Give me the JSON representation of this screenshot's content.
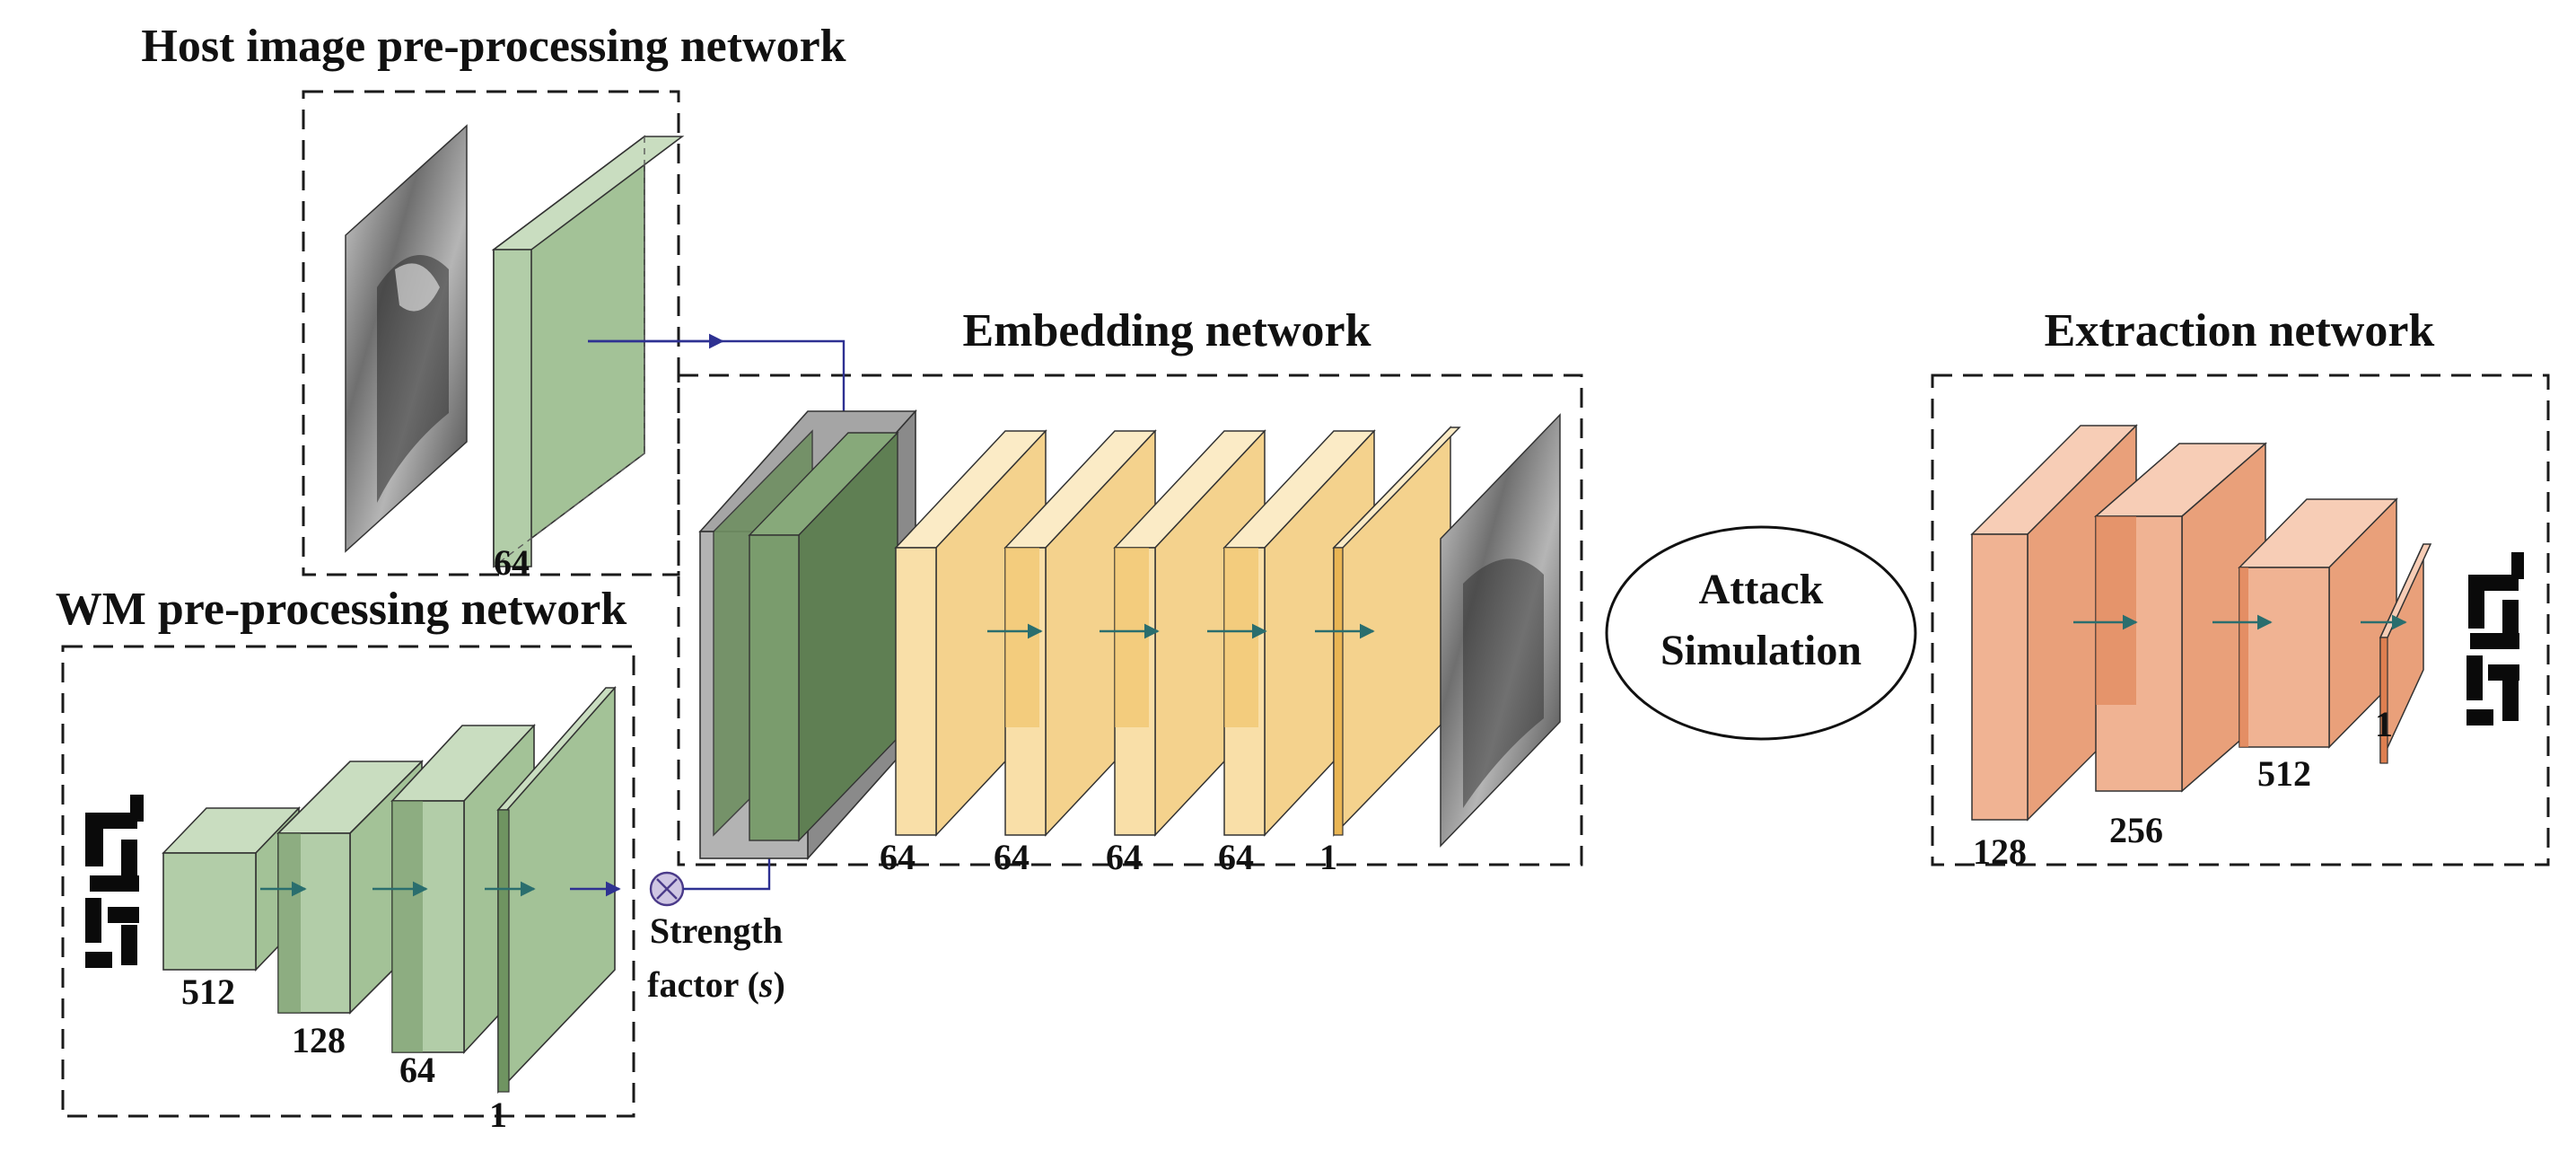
{
  "titles": {
    "host": "Host image pre-processing network",
    "embedding": "Embedding network",
    "wm": "WM pre-processing network",
    "extraction": "Extraction network"
  },
  "host_net": {
    "channels": [
      "64"
    ]
  },
  "wm_net": {
    "channels": [
      "512",
      "128",
      "64",
      "1"
    ]
  },
  "embedding_net": {
    "channels": [
      "64",
      "64",
      "64",
      "64",
      "1"
    ]
  },
  "extraction_net": {
    "channels": [
      "128",
      "256",
      "512",
      "1"
    ]
  },
  "strength": {
    "line1": "Strength",
    "line2": "factor (",
    "symbol": "s",
    "line2_end": ")"
  },
  "attack": {
    "line1": "Attack",
    "line2": "Simulation"
  },
  "colors": {
    "green_face": "#b2cda8",
    "yellow_face": "#f9dfa8",
    "orange_face": "#f0b393",
    "connector": "#2e3192",
    "frame": "#1a1a1a"
  }
}
